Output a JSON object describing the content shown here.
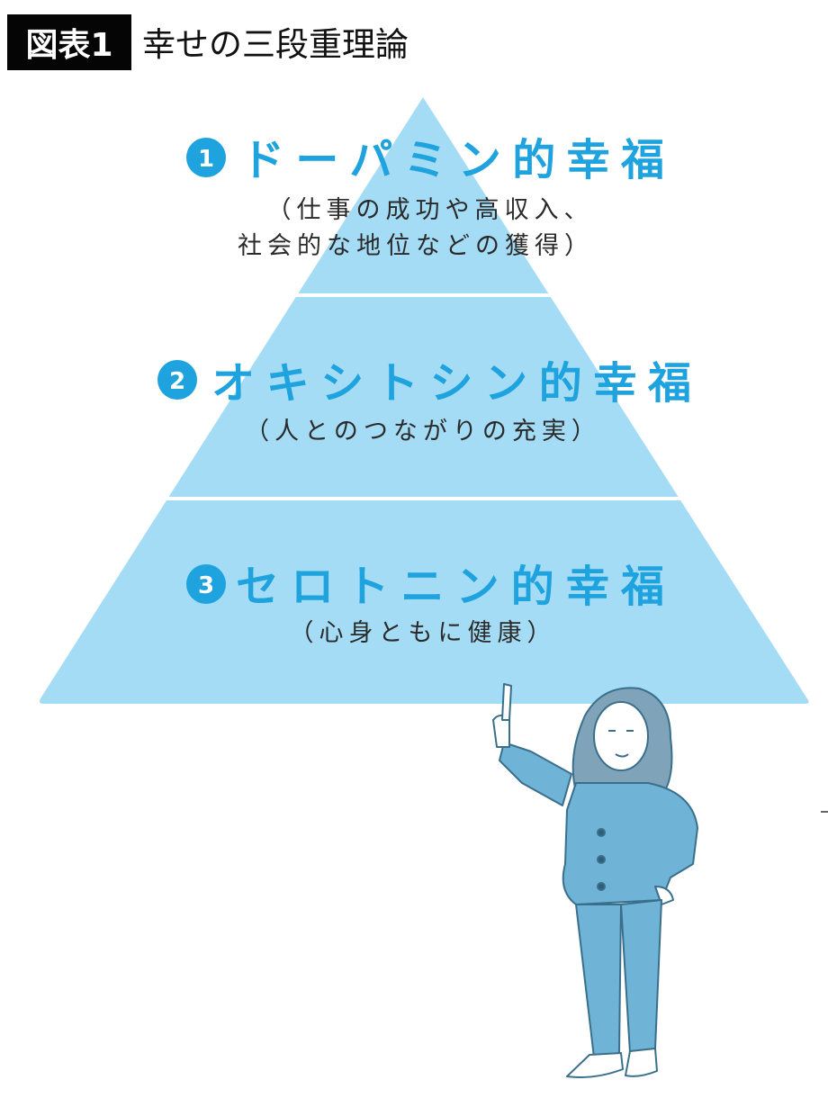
{
  "title": {
    "badge": "図表1",
    "text": "幸せの三段重理論"
  },
  "tiers": [
    {
      "number": "1",
      "heading": "ドーパミン的幸福",
      "lines": [
        "（仕事の成功や高収入、",
        "社会的な地位などの獲得）"
      ]
    },
    {
      "number": "2",
      "heading": "オキシトシン的幸福",
      "lines": [
        "（人とのつながりの充実）"
      ]
    },
    {
      "number": "3",
      "heading": "セロトニン的幸福",
      "lines": [
        "（心身ともに健康）"
      ]
    }
  ],
  "colors": {
    "pyramid": "#a5dcf5",
    "accent": "#1ea3de",
    "figure": "#6fb3d6"
  }
}
